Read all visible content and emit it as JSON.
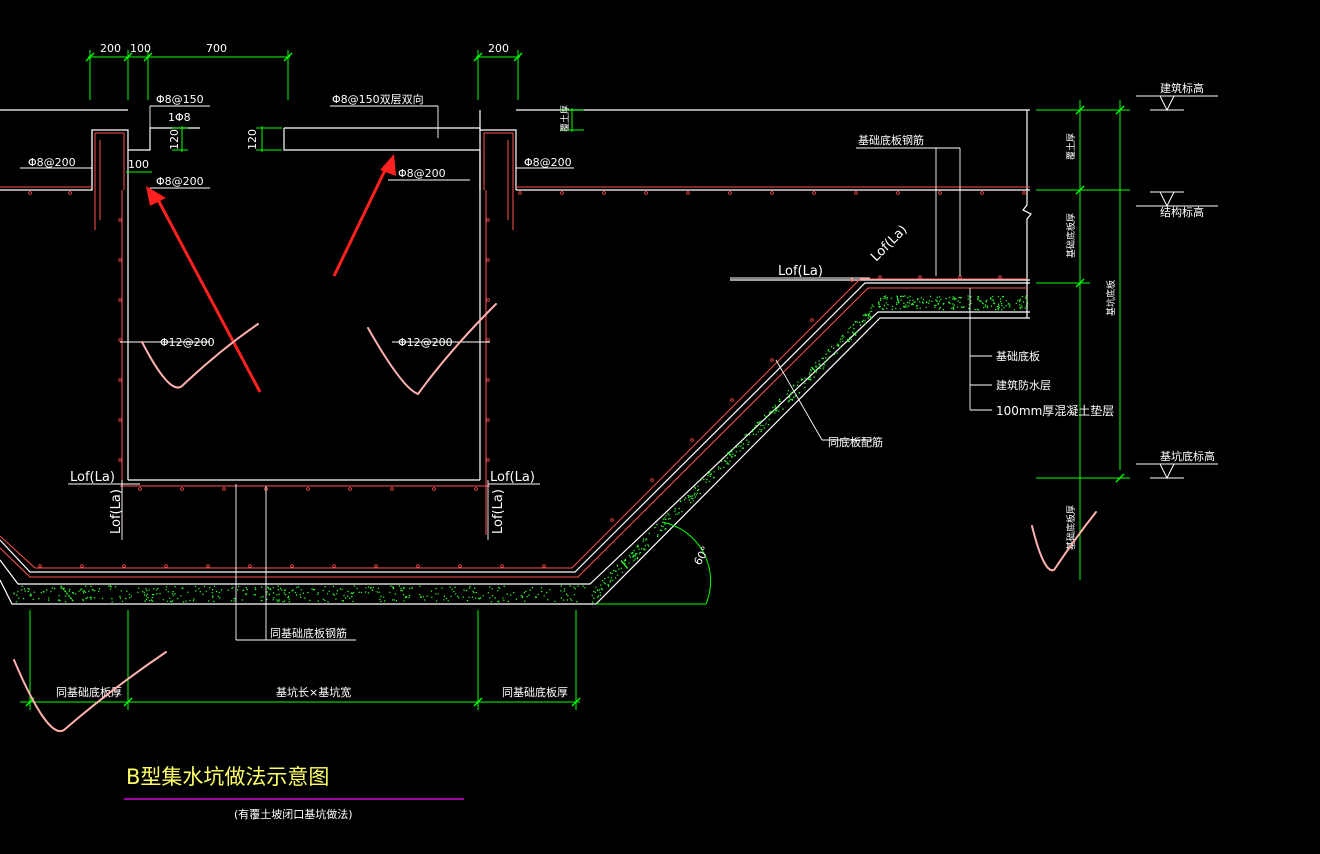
{
  "colors": {
    "background": "#000000",
    "concrete": "#ffffff",
    "rebar": "#ff5050",
    "dimension": "#00ff00",
    "text": "#ffffff",
    "title": "#ffff66",
    "title_underline": "#ff00ff",
    "arrow": "#ff2020",
    "check_mark": "#ffb0b0",
    "hatch": "#33ff33"
  },
  "dimensions": {
    "d200_left": "200",
    "d100": "100",
    "d700": "700",
    "d200_right": "200",
    "d120_a": "120",
    "d120_b": "120",
    "d100_small": "100"
  },
  "rebar_labels": {
    "phi8_150": "Φ8@150",
    "one_phi8": "1Φ8",
    "phi8_150_double": "Φ8@150双层双向",
    "phi8_200_left": "Φ8@200",
    "phi8_200_inner_left": "Φ8@200",
    "phi8_200_inner_right": "Φ8@200",
    "phi8_200_right": "Φ8@200",
    "phi12_200_left": "Φ12@200",
    "phi12_200_right": "Φ12@200",
    "cover_thickness": "覆土厚"
  },
  "anchor_labels": {
    "lof_la_h_top": "Lof(La)",
    "lof_la_diag": "Lof(La)",
    "lof_la_h_left": "Lof(La)",
    "lof_la_h_right": "Lof(La)",
    "lof_la_v_left": "Lof(La)",
    "lof_la_v_right": "Lof(La)"
  },
  "annotations": {
    "foundation_slab_rebar": "基础底板钢筋",
    "foundation_slab": "基础底板",
    "pit_waterproof": "建筑防水层",
    "cushion": "100mm厚混凝土垫层",
    "same_slab_rebar": "同底板配筋",
    "same_foundation_rebar": "同基础底板钢筋",
    "angle": "60°"
  },
  "right_dims": {
    "cover": "覆土厚",
    "slab_thickness": "基础底板厚",
    "pit_depth": "基坑底板",
    "pit_slab_thickness": "基础底板厚"
  },
  "elevation_labels": {
    "pit_top": "建筑标高",
    "structure": "结构标高",
    "pit_bottom": "基坑底标高"
  },
  "bottom_dims": {
    "left": "同基础底板厚",
    "center": "基坑长×基坑宽",
    "right": "同基础底板厚"
  },
  "title": {
    "main": "B型集水坑做法示意图",
    "sub": "(有覆土坡闭口基坑做法)"
  }
}
